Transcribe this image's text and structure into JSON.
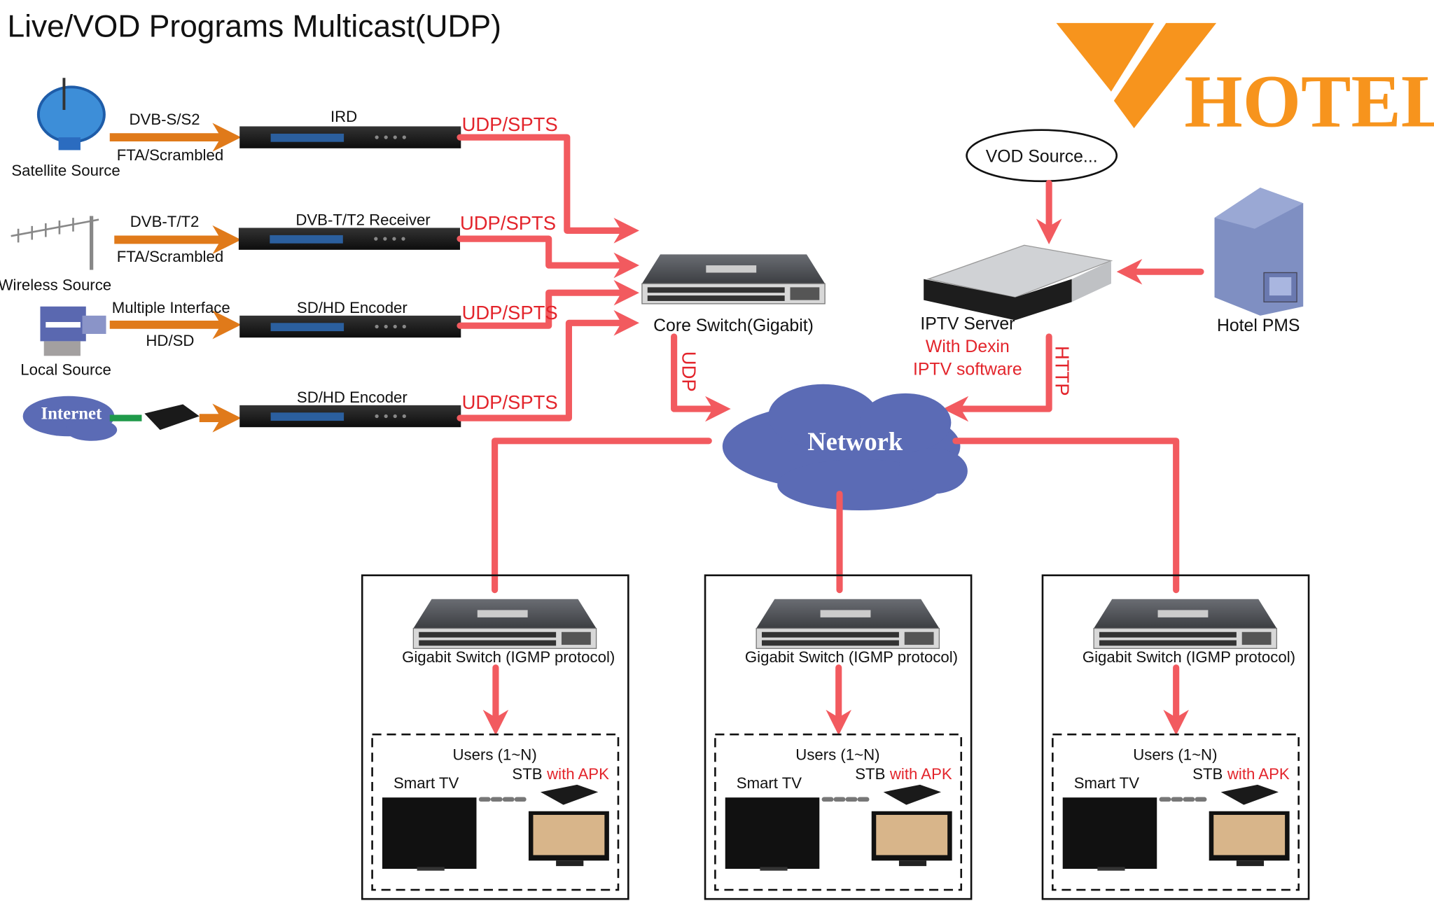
{
  "title": "Live/VOD Programs Multicast(UDP)",
  "logo": {
    "text": "HOTEL",
    "color": "#f7941d"
  },
  "colors": {
    "link": "#f25a5f",
    "input_arrow": "#e07a1a",
    "label_red": "#e3242b",
    "cloud": "#5b6bb5"
  },
  "sources": [
    {
      "name": "Satellite Source",
      "top": "DVB-S/S2",
      "bottom": "FTA/Scrambled",
      "device": "IRD",
      "output": "UDP/SPTS"
    },
    {
      "name": "Wireless Source",
      "top": "DVB-T/T2",
      "bottom": "FTA/Scrambled",
      "device": "DVB-T/T2 Receiver",
      "output": "UDP/SPTS"
    },
    {
      "name": "Local Source",
      "top": "Multiple Interface",
      "bottom": "HD/SD",
      "device": "SD/HD Encoder",
      "output": "UDP/SPTS"
    },
    {
      "name": "Internet",
      "device": "SD/HD Encoder",
      "output": "UDP/SPTS"
    }
  ],
  "core_switch": {
    "label": "Core Switch(Gigabit)",
    "link": "UDP"
  },
  "vod": {
    "label": "VOD Source..."
  },
  "iptv_server": {
    "label": "IPTV Server",
    "sub1": "With Dexin",
    "sub2": "IPTV software",
    "link": "HTTP"
  },
  "pms": {
    "label": "Hotel PMS"
  },
  "network": {
    "label": "Network"
  },
  "branches": [
    {
      "switch": "Gigabit Switch (IGMP protocol)",
      "users": "Users (1~N)",
      "tv": "Smart TV",
      "stb": "STB",
      "stb_red": "with APK"
    },
    {
      "switch": "Gigabit Switch (IGMP protocol)",
      "users": "Users (1~N)",
      "tv": "Smart TV",
      "stb": "STB",
      "stb_red": "with APK"
    },
    {
      "switch": "Gigabit Switch (IGMP protocol)",
      "users": "Users (1~N)",
      "tv": "Smart TV",
      "stb": "STB",
      "stb_red": "with APK"
    }
  ]
}
